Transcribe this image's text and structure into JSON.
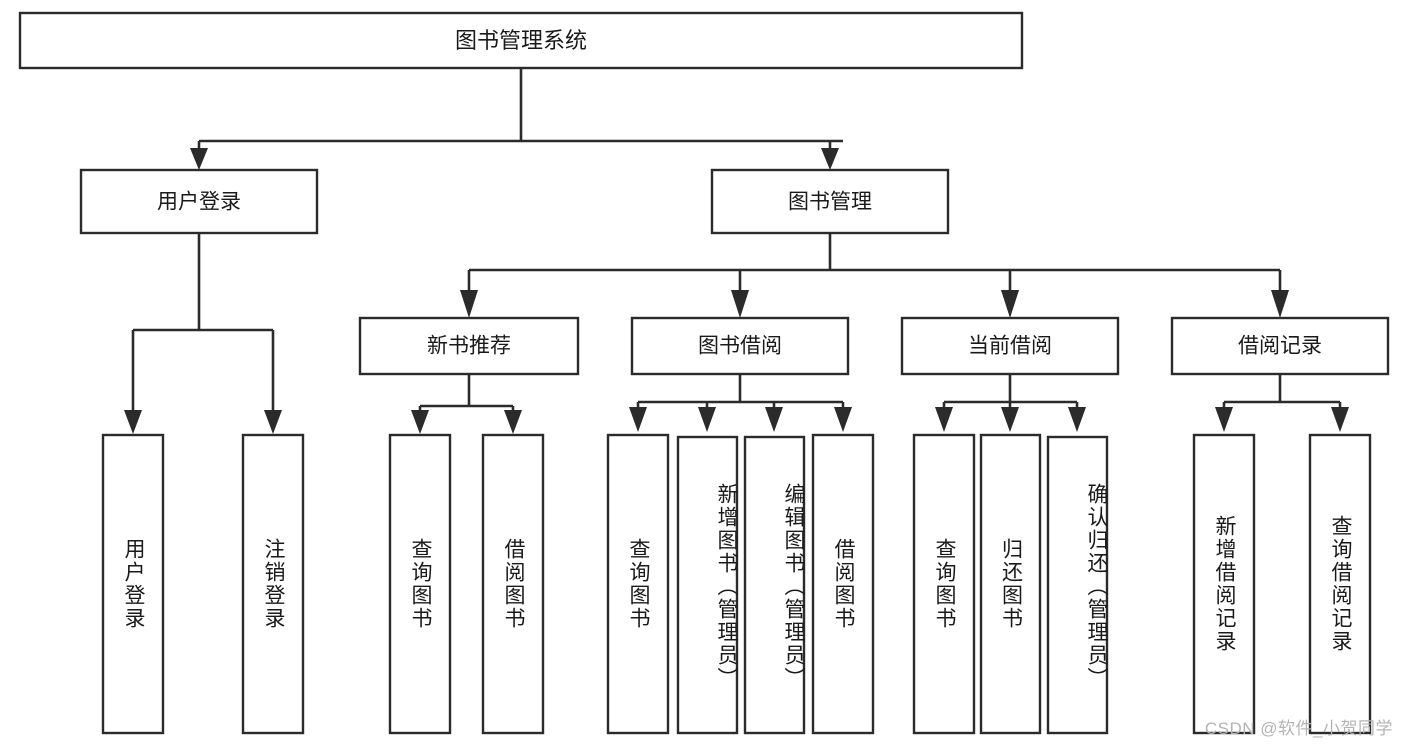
{
  "diagram": {
    "title": "图书管理系统",
    "type": "tree-hierarchy-diagram",
    "colors": {
      "box_stroke": "#2b2b2b",
      "box_fill": "#ffffff",
      "connector": "#2b2b2b",
      "text": "#1a1a1a",
      "watermark": "#b4b4b4",
      "background": "#ffffff"
    },
    "root": {
      "label": "图书管理系统"
    },
    "level2": [
      {
        "id": "user-login",
        "label": "用户登录"
      },
      {
        "id": "book-management",
        "label": "图书管理"
      }
    ],
    "level3": [
      {
        "id": "new-book-recommend",
        "label": "新书推荐",
        "parent": "book-management"
      },
      {
        "id": "book-borrow",
        "label": "图书借阅",
        "parent": "book-management"
      },
      {
        "id": "current-borrow",
        "label": "当前借阅",
        "parent": "book-management"
      },
      {
        "id": "borrow-record",
        "label": "借阅记录",
        "parent": "book-management"
      }
    ],
    "leaves": {
      "user_login": [
        {
          "id": "leaf-user-login",
          "label": "用户登录"
        },
        {
          "id": "leaf-logout-login",
          "label": "注销登录"
        }
      ],
      "new_book_recommend": [
        {
          "id": "leaf-query-book-1",
          "label": "查询图书"
        },
        {
          "id": "leaf-borrow-book-1",
          "label": "借阅图书"
        }
      ],
      "book_borrow": [
        {
          "id": "leaf-query-book-2",
          "label": "查询图书"
        },
        {
          "id": "leaf-add-book-admin",
          "label": "新增图书（管理员）"
        },
        {
          "id": "leaf-edit-book-admin",
          "label": "编辑图书（管理员）"
        },
        {
          "id": "leaf-borrow-book-2",
          "label": "借阅图书"
        }
      ],
      "current_borrow": [
        {
          "id": "leaf-query-book-3",
          "label": "查询图书"
        },
        {
          "id": "leaf-return-book",
          "label": "归还图书"
        },
        {
          "id": "leaf-confirm-return-admin",
          "label": "确认归还（管理员）"
        }
      ],
      "borrow_record": [
        {
          "id": "leaf-add-borrow-record",
          "label": "新增借阅记录"
        },
        {
          "id": "leaf-query-borrow-record",
          "label": "查询借阅记录"
        }
      ]
    }
  },
  "watermark": {
    "text": "CSDN @软件_小贺同学"
  }
}
